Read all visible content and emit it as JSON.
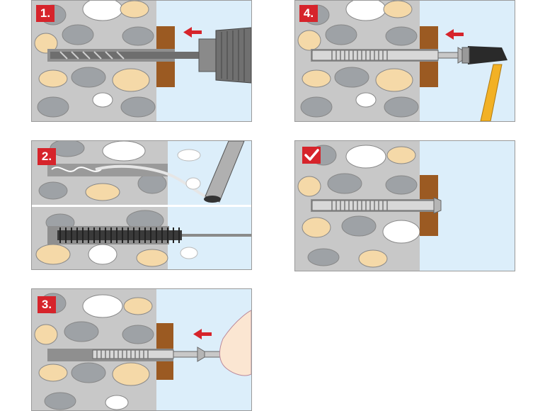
{
  "steps": [
    {
      "label": "1."
    },
    {
      "label": "2."
    },
    {
      "label": "3."
    },
    {
      "label": "4."
    }
  ],
  "done_badge": {
    "icon": "checkmark-icon"
  },
  "colors": {
    "accent_red": "#d6242b",
    "mortar": "#c8c8c8",
    "stone_gray": "#9ea2a6",
    "stone_beige": "#f5d9a8",
    "stone_white": "#ffffff",
    "wood": "#9b5a22",
    "air": "#dceefa"
  }
}
